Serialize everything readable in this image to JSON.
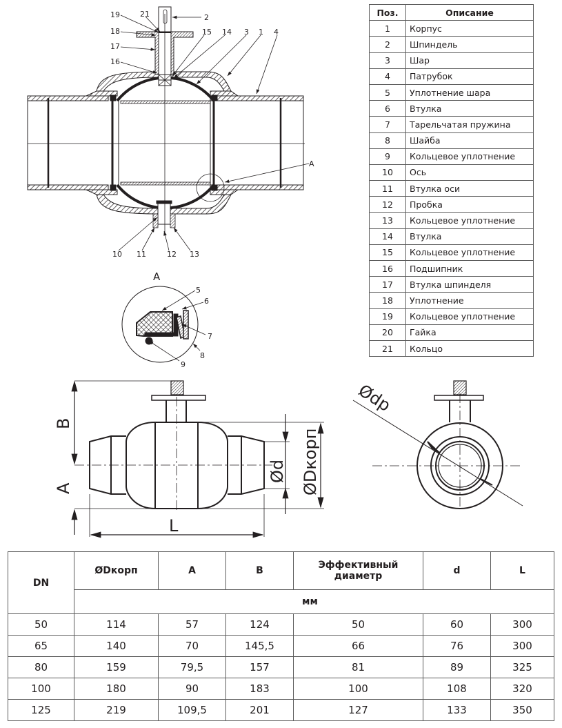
{
  "section_view": {
    "callouts": [
      "19",
      "21",
      "2",
      "18",
      "15",
      "14",
      "3",
      "1",
      "4",
      "17",
      "16",
      "10",
      "11",
      "12",
      "13",
      "A"
    ]
  },
  "detail_view": {
    "title": "A",
    "callouts": [
      "5",
      "6",
      "7",
      "8",
      "9"
    ]
  },
  "dimension_views": {
    "side_labels": [
      "B",
      "A",
      "L",
      "Ød",
      "ØDкорп"
    ],
    "front_labels": [
      "Ødp"
    ]
  },
  "parts_table": {
    "headers": [
      "Поз.",
      "Описание"
    ],
    "rows": [
      {
        "pos": "1",
        "desc": "Корпус"
      },
      {
        "pos": "2",
        "desc": "Шпиндель"
      },
      {
        "pos": "3",
        "desc": "Шар"
      },
      {
        "pos": "4",
        "desc": "Патрубок"
      },
      {
        "pos": "5",
        "desc": "Уплотнение шара"
      },
      {
        "pos": "6",
        "desc": "Втулка"
      },
      {
        "pos": "7",
        "desc": "Тарельчатая пружина"
      },
      {
        "pos": "8",
        "desc": "Шайба"
      },
      {
        "pos": "9",
        "desc": "Кольцевое уплотнение"
      },
      {
        "pos": "10",
        "desc": "Ось"
      },
      {
        "pos": "11",
        "desc": "Втулка оси"
      },
      {
        "pos": "12",
        "desc": "Пробка"
      },
      {
        "pos": "13",
        "desc": "Кольцевое уплотнение"
      },
      {
        "pos": "14",
        "desc": "Втулка"
      },
      {
        "pos": "15",
        "desc": "Кольцевое уплотнение"
      },
      {
        "pos": "16",
        "desc": "Подшипник"
      },
      {
        "pos": "17",
        "desc": "Втулка шпинделя"
      },
      {
        "pos": "18",
        "desc": "Уплотнение"
      },
      {
        "pos": "19",
        "desc": "Кольцевое уплотнение"
      },
      {
        "pos": "20",
        "desc": "Гайка"
      },
      {
        "pos": "21",
        "desc": "Кольцо"
      }
    ]
  },
  "dimensions_table": {
    "headers": [
      "DN",
      "ØDкорп",
      "A",
      "B",
      "Эффективный диаметр",
      "d",
      "L"
    ],
    "unit": "мм",
    "rows": [
      [
        "50",
        "114",
        "57",
        "124",
        "50",
        "60",
        "300"
      ],
      [
        "65",
        "140",
        "70",
        "145,5",
        "66",
        "76",
        "300"
      ],
      [
        "80",
        "159",
        "79,5",
        "157",
        "81",
        "89",
        "325"
      ],
      [
        "100",
        "180",
        "90",
        "183",
        "100",
        "108",
        "320"
      ],
      [
        "125",
        "219",
        "109,5",
        "201",
        "127",
        "133",
        "350"
      ]
    ]
  }
}
